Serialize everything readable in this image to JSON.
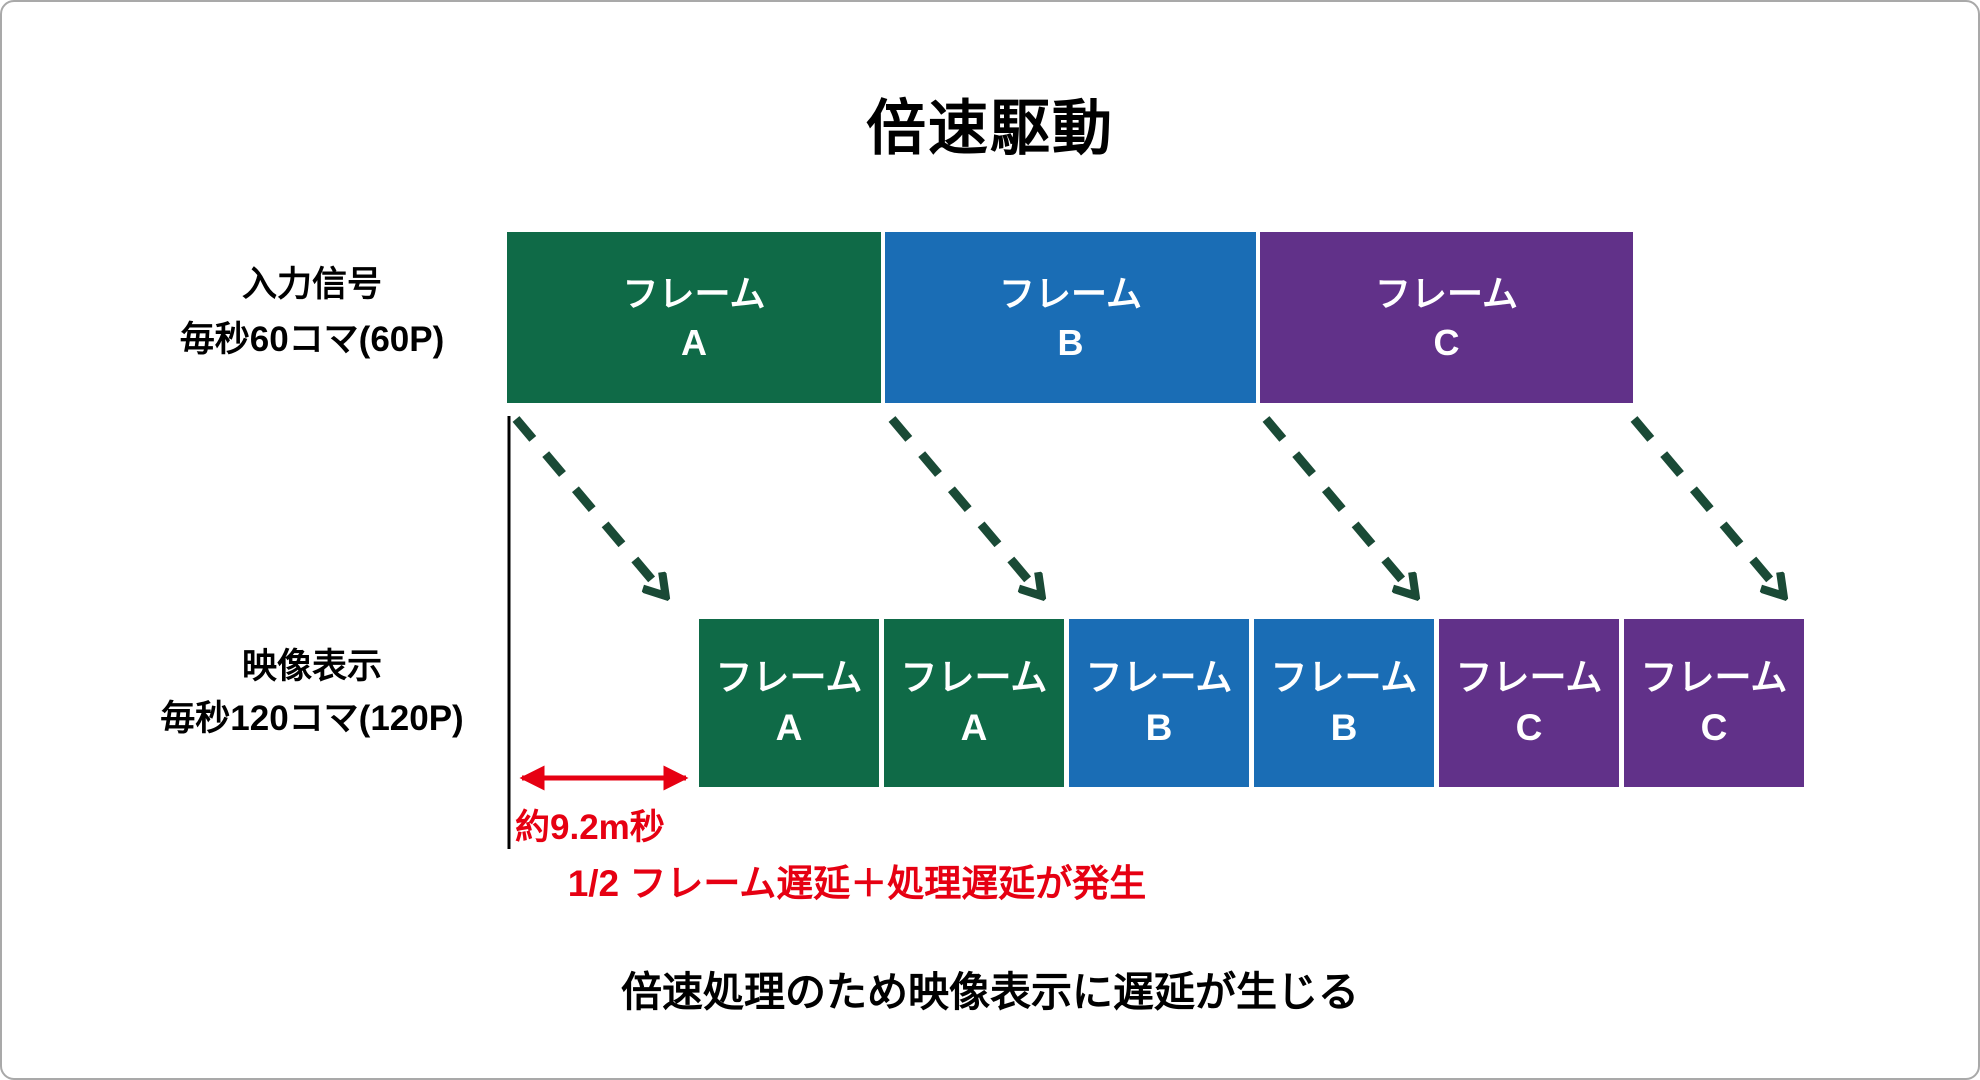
{
  "title": "倍速駆動",
  "input_row": {
    "label_line1": "入力信号",
    "label_line2": "毎秒60コマ(60P)",
    "frames": [
      {
        "name": "フレーム",
        "id": "A",
        "color": "#0f6a47"
      },
      {
        "name": "フレーム",
        "id": "B",
        "color": "#1a6db5"
      },
      {
        "name": "フレーム",
        "id": "C",
        "color": "#613189"
      }
    ]
  },
  "output_row": {
    "label_line1": "映像表示",
    "label_line2": "毎秒120コマ(120P)",
    "frames": [
      {
        "name": "フレーム",
        "id": "A",
        "color": "#0f6a47"
      },
      {
        "name": "フレーム",
        "id": "A",
        "color": "#0f6a47"
      },
      {
        "name": "フレーム",
        "id": "B",
        "color": "#1a6db5"
      },
      {
        "name": "フレーム",
        "id": "B",
        "color": "#1a6db5"
      },
      {
        "name": "フレーム",
        "id": "C",
        "color": "#613189"
      },
      {
        "name": "フレーム",
        "id": "C",
        "color": "#613189"
      }
    ]
  },
  "annotations": {
    "delay_measure": "約9.2m秒",
    "delay_description": "1/2 フレーム遅延＋処理遅延が発生",
    "caption": "倍速処理のため映像表示に遅延が生じる"
  },
  "colors": {
    "frame_a_green": "#0f6a47",
    "frame_b_blue": "#1a6db5",
    "frame_c_purple": "#613189",
    "dashed_arrow_green": "#1a4a36",
    "annotation_red": "#e60012",
    "timeline_black": "#000000"
  }
}
